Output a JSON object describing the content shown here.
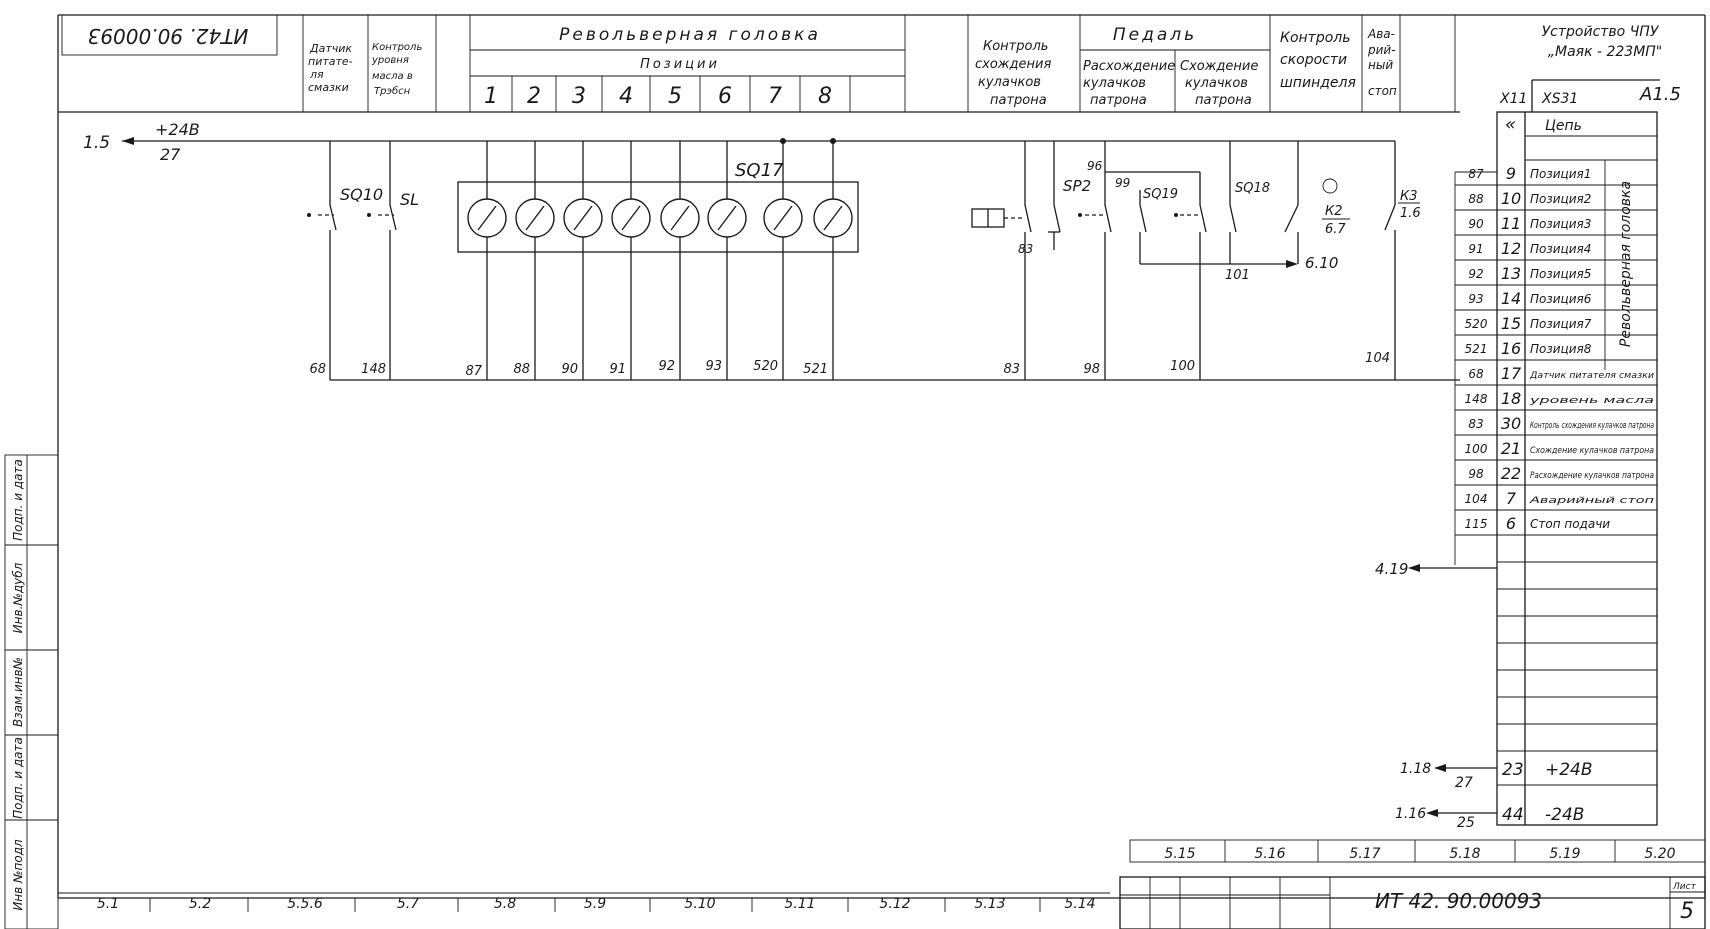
{
  "corner_stamp": "ИТ42. 90.00093",
  "header": {
    "col_sensor": [
      "Датчик",
      "питате-",
      "ля",
      "смазки"
    ],
    "col_oil_level": [
      "Контроль",
      "уровня",
      "масла в",
      "Трэбсн"
    ],
    "turret_title": "Револьверная головка",
    "positions_label": "Позиции",
    "positions": [
      "1",
      "2",
      "3",
      "4",
      "5",
      "6",
      "7",
      "8"
    ],
    "chuck_control": [
      "Контроль",
      "схождения",
      "кулачков",
      "патрона"
    ],
    "pedal_title": "Педаль",
    "pedal_open": [
      "Расхождение",
      "кулачков",
      "патрона"
    ],
    "pedal_close": [
      "Схождение",
      "кулачков",
      "патрона"
    ],
    "spindle_speed": [
      "Контроль",
      "скорости",
      "шпинделя"
    ],
    "emergency_stop": [
      "Ава-",
      "рий-",
      "ный",
      "стоп"
    ],
    "device": [
      "Устройство ЧПУ",
      "„Маяк - 223МП\""
    ]
  },
  "supply": {
    "ref": "1.5",
    "voltage": "+24В",
    "wire": "27"
  },
  "components": {
    "sq10": "SQ10",
    "sl": "SL",
    "sq17": "SQ17",
    "sp2": "SP2",
    "sq19": "SQ19",
    "sq18": "SQ18",
    "k2": "К2",
    "k2_ref": "6.7",
    "k3": "К3",
    "k3_ref": "1.6",
    "ref_610": "6.10",
    "w96": "96",
    "w99": "99",
    "w101": "101",
    "w83top": "83"
  },
  "bottom_wires": [
    "68",
    "148",
    "87",
    "88",
    "90",
    "91",
    "92",
    "93",
    "520",
    "521",
    "83",
    "98",
    "100",
    "104"
  ],
  "connector": {
    "left_label": "X11",
    "right_label": "XS31",
    "ref": "A1.5",
    "chain_symbol": "«",
    "chain_label": "Цепь",
    "group_label": "Револьверная головка",
    "rows": [
      {
        "wire": "87",
        "pin": "9",
        "text": "Позиция1"
      },
      {
        "wire": "88",
        "pin": "10",
        "text": "Позиция2"
      },
      {
        "wire": "90",
        "pin": "11",
        "text": "Позиция3"
      },
      {
        "wire": "91",
        "pin": "12",
        "text": "Позиция4"
      },
      {
        "wire": "92",
        "pin": "13",
        "text": "Позиция5"
      },
      {
        "wire": "93",
        "pin": "14",
        "text": "Позиция6"
      },
      {
        "wire": "520",
        "pin": "15",
        "text": "Позиция7"
      },
      {
        "wire": "521",
        "pin": "16",
        "text": "Позиция8"
      },
      {
        "wire": "68",
        "pin": "17",
        "text": "Датчик питателя смазки"
      },
      {
        "wire": "148",
        "pin": "18",
        "text": "уровень масла"
      },
      {
        "wire": "83",
        "pin": "30",
        "text": "Контроль схождения кулачков патрона"
      },
      {
        "wire": "100",
        "pin": "21",
        "text": "Схождение кулачков патрона"
      },
      {
        "wire": "98",
        "pin": "22",
        "text": "Расхождение кулачков патрона"
      },
      {
        "wire": "104",
        "pin": "7",
        "text": "Аварийный стоп"
      },
      {
        "wire": "115",
        "pin": "6",
        "text": "Стоп подачи"
      }
    ],
    "ref_419": "4.19",
    "bottom_rows": [
      {
        "ref": "1.18",
        "wire": "27",
        "pin": "23",
        "text": "+24В"
      },
      {
        "ref": "1.16",
        "wire": "25",
        "pin": "44",
        "text": "-24В"
      }
    ]
  },
  "sheet_refs_bottom": [
    "5.1",
    "5.2",
    "5.5.6",
    "5.7",
    "5.8",
    "5.9",
    "5.10",
    "5.11",
    "5.12",
    "5.13",
    "5.14"
  ],
  "sheet_refs_right": [
    "5.15",
    "5.16",
    "5.17",
    "5.18",
    "5.19",
    "5.20"
  ],
  "title_block": {
    "doc": "ИТ 42. 90.00093",
    "sheet_label": "Лист",
    "sheet": "5"
  },
  "side_stamp": [
    "Инв №подл",
    "Подп. и дата",
    "Взам.инв№",
    "Инв.№дубл",
    "Подп. и дата"
  ]
}
